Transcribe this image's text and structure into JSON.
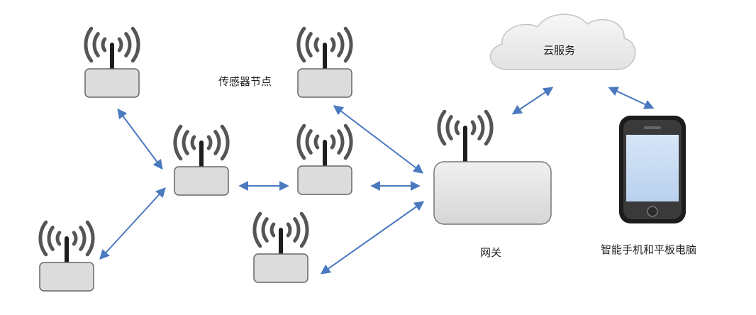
{
  "labels": {
    "sensor_node": "传感器节点",
    "cloud": "云服务",
    "gateway": "网关",
    "devices": "智能手机和平板电脑"
  },
  "colors": {
    "node_fill": "#dcdcdc",
    "node_stroke": "#666666",
    "antenna": "#1e1e1e",
    "wave": "#555555",
    "arrow": "#4a79c0",
    "cloud_fill": "#eeeeee",
    "cloud_stroke": "#bdbdbd",
    "phone_body": "#1c1c1c",
    "phone_screen": "#c9dcf3"
  },
  "icons": [
    "wifi-signal-icon",
    "cloud-icon",
    "smartphone-icon",
    "double-arrow-icon"
  ]
}
